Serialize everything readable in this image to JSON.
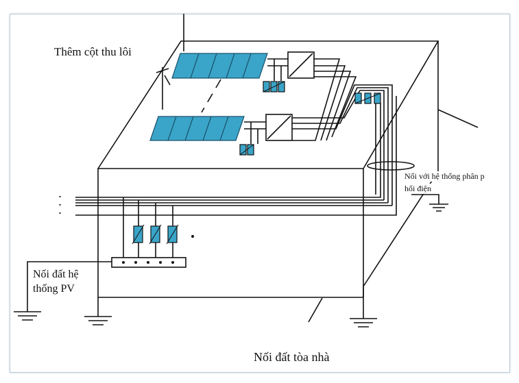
{
  "labels": {
    "lightning_rod": "Thêm cột thu lôi",
    "equipotential_line1": "Nối với hệ thống phân p",
    "equipotential_line2": "hối điện",
    "pv_ground_line1": "Nối đất hệ",
    "pv_ground_line2": "thống PV",
    "building_ground": "Nối đất tòa nhà"
  },
  "colors": {
    "line": "#111111",
    "panel_fill": "#3aa5c8",
    "panel_stroke": "#1b4f6b",
    "frame": "#b9c9d6"
  }
}
